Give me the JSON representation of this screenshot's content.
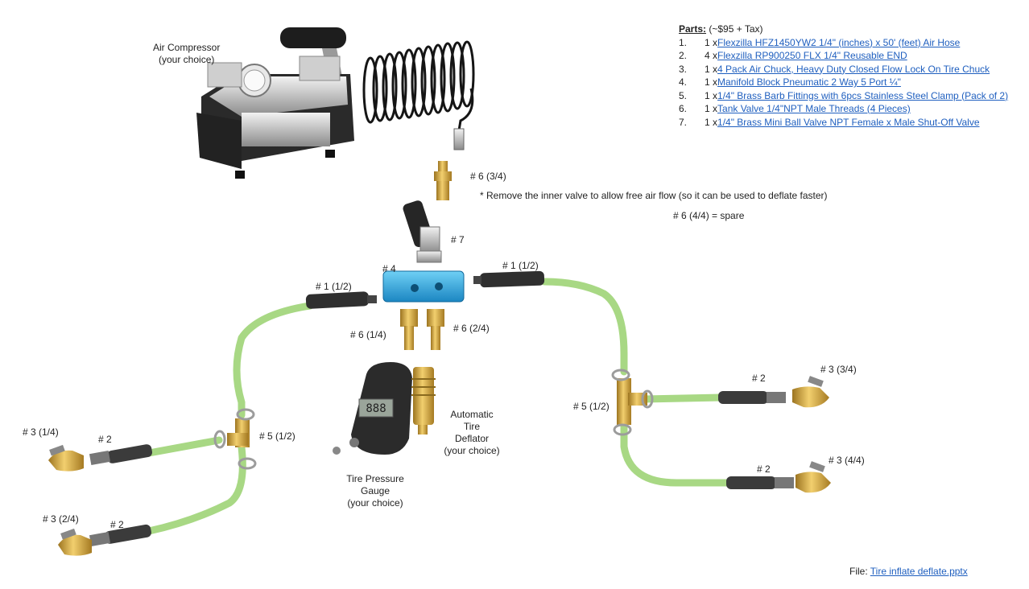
{
  "compressor": {
    "label_line1": "Air Compressor",
    "label_line2": "(your choice)"
  },
  "parts": {
    "heading": "Parts:",
    "cost": " (~$95 + Tax)",
    "items": [
      {
        "num": "1.",
        "qty": "1 x ",
        "text": "Flexzilla HFZ1450YW2 1/4\" (inches) x 50' (feet) Air Hose"
      },
      {
        "num": "2.",
        "qty": "4 x ",
        "text": "Flexzilla RP900250 FLX 1/4\" Reusable END"
      },
      {
        "num": "3.",
        "qty": "1 x ",
        "text": "4 Pack Air Chuck, Heavy Duty Closed Flow Lock On Tire Chuck"
      },
      {
        "num": "4.",
        "qty": "1 x ",
        "text": "Manifold Block Pneumatic 2 Way 5 Port ¼\""
      },
      {
        "num": "5.",
        "qty": "1 x ",
        "text": "1/4\" Brass Barb Fittings with 6pcs Stainless Steel Clamp (Pack of 2)"
      },
      {
        "num": "6.",
        "qty": "1 x ",
        "text": "Tank Valve 1/4\"NPT Male Threads (4 Pieces)"
      },
      {
        "num": "7.",
        "qty": "1 x ",
        "text": "1/4\" Brass Mini Ball Valve NPT Female x Male Shut-Off Valve"
      }
    ]
  },
  "labels": {
    "p6_3of4": "# 6 (3/4)",
    "note": "* Remove the inner valve to allow free air flow (so it can be used to deflate faster)",
    "spare": "# 6 (4/4) = spare",
    "p7": "# 7",
    "p4": "# 4",
    "p1_left": "# 1 (1/2)",
    "p1_right": "# 1 (1/2)",
    "p6_1of4": "# 6 (1/4)",
    "p6_2of4": "# 6 (2/4)",
    "p5_left": "# 5 (1/2)",
    "p5_right": "# 5 (1/2)",
    "p3_1of4": "# 3 (1/4)",
    "p3_2of4": "# 3 (2/4)",
    "p3_3of4": "# 3 (3/4)",
    "p3_4of4": "# 3 (4/4)",
    "p2_a": "# 2",
    "p2_b": "# 2",
    "p2_c": "# 2",
    "p2_d": "# 2",
    "deflator": [
      "Automatic",
      "Tire",
      "Deflator",
      "(your choice)"
    ],
    "gauge": [
      "Tire Pressure",
      "Gauge",
      "(your choice)"
    ],
    "gauge_display": "888"
  },
  "file": {
    "prefix": "File: ",
    "name": "Tire inflate deflate.pptx"
  },
  "colors": {
    "hose": "#a8d884",
    "manifold": "#2ea3dd",
    "brass": "#d9a93c",
    "hose_end": "#333333",
    "link": "#1f5fbf"
  }
}
